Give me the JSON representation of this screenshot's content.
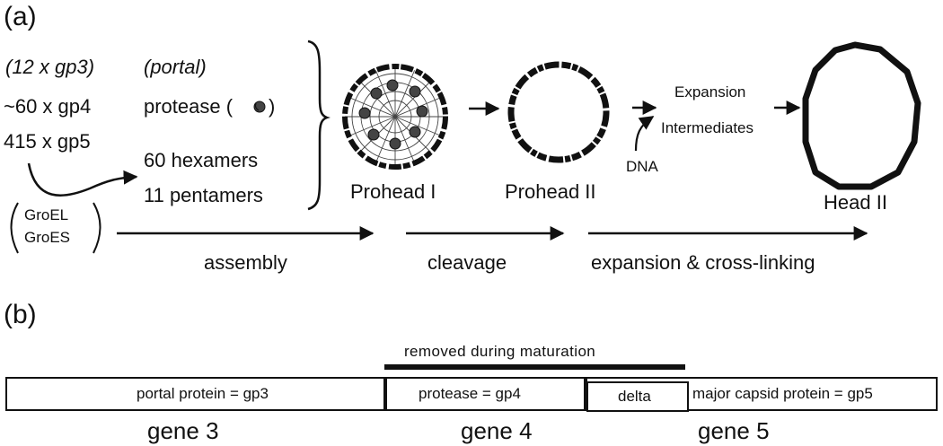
{
  "panel_a": {
    "label": "(a)",
    "left_components": [
      "(12 x gp3)",
      "~60 x gp4",
      "415 x gp5"
    ],
    "middle_components": [
      "(portal)",
      "protease (",
      ")",
      "60 hexamers",
      "11 pentamers"
    ],
    "chaperones": [
      "GroEL",
      "GroES"
    ],
    "stages": [
      "Prohead I",
      "Prohead II",
      "Head II"
    ],
    "intermediates": [
      "Expansion",
      "Intermediates"
    ],
    "dna_label": "DNA",
    "processes": [
      "assembly",
      "cleavage",
      "expansion & cross-linking"
    ]
  },
  "panel_b": {
    "label": "(b)",
    "removed_label": "removed during maturation",
    "segments": [
      "portal protein = gp3",
      "protease = gp4",
      "delta",
      "major capsid protein = gp5"
    ],
    "genes": [
      "gene 3",
      "gene 4",
      "gene 5"
    ]
  },
  "colors": {
    "ink": "#111111",
    "protease": "#555555",
    "background": "#ffffff"
  }
}
